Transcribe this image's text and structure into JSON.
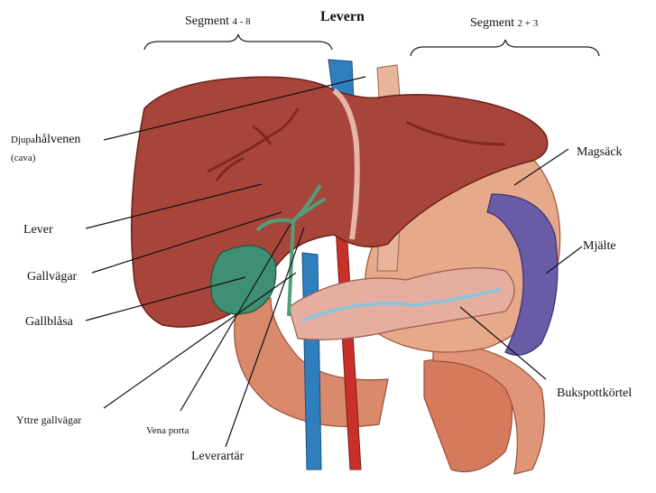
{
  "title": "Levern",
  "segments": {
    "left": {
      "word": "Segment",
      "range": "4 - 8"
    },
    "right": {
      "word": "Segment",
      "range": "2 + 3"
    }
  },
  "labels": {
    "djupa_small": "Djupa",
    "djupa_main": "hålvenen",
    "cava": "(cava)",
    "lever": "Lever",
    "gallvagar": "Gallvägar",
    "gallblasa": "Gallblåsa",
    "yttre": "Yttre gallvägar",
    "vena_porta": "Vena porta",
    "leverartar": "Leverartär",
    "magsack": "Magsäck",
    "mjalte": "Mjälte",
    "bukspott": "Bukspottkörtel"
  },
  "colors": {
    "liver": "#a8453a",
    "liver_dark": "#7e2a22",
    "gallbladder": "#3f8f72",
    "bile": "#4fa07a",
    "vein_blue": "#2f7fbf",
    "artery": "#c8302a",
    "aorta": "#e8b49a",
    "stomach": "#e6a98a",
    "spleen": "#6a5ba6",
    "pancreas": "#e5aea0",
    "intestine": "#d98a6a"
  }
}
